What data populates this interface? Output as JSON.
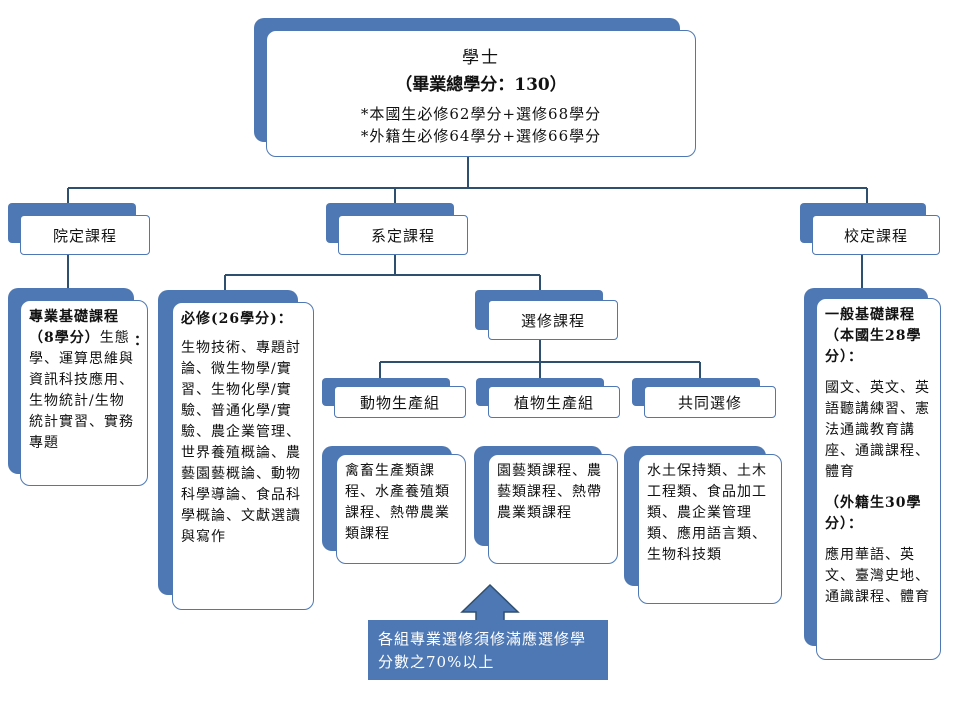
{
  "root": {
    "title": "學士",
    "subtitle": "（畢業總學分：130）",
    "line1": "*本國生必修62學分+選修68學分",
    "line2": "*外籍生必修64學分+選修66學分"
  },
  "level1": {
    "college": "院定課程",
    "department": "系定課程",
    "school": "校定課程"
  },
  "college_box": {
    "heading": "專業基礎課程（8學分）",
    "colon": "：",
    "body": "生態學、運算思維與資訊科技應用、生物統計/生物統計實習、實務專題"
  },
  "required_box": {
    "heading": "必修(26學分)：",
    "body": "生物技術、專題討論、微生物學/實習、生物化學/實驗、普通化學/實驗、農企業管理、世界養殖概論、農藝園藝概論、動物科學導論、食品科學概論、文獻選讀與寫作"
  },
  "elective": {
    "label": "選修課程"
  },
  "groups": [
    {
      "label": "動物生產組",
      "body": "禽畜生產類課程、水產養殖類課程、熱帶農業類課程"
    },
    {
      "label": "植物生產組",
      "body": "園藝類課程、農藝類課程、熱帶農業類課程"
    },
    {
      "label": "共同選修",
      "body": "水土保持類、土木工程類、食品加工類、農企業管理類、應用語言類、生物科技類"
    }
  ],
  "school_box": {
    "heading1": "一般基礎課程（本國生28學分）：",
    "body1": "國文、英文、英語聽講練習、憲法通識教育講座、通識課程、體育",
    "heading2": "（外籍生30學分）：",
    "body2": "應用華語、英文、臺灣史地、通識課程、體育"
  },
  "callout": {
    "text": "各組專業選修須修滿應選修學分數之70%以上"
  },
  "colors": {
    "accent": "#4e78b4",
    "line": "#2f4f6f",
    "background": "#ffffff"
  }
}
